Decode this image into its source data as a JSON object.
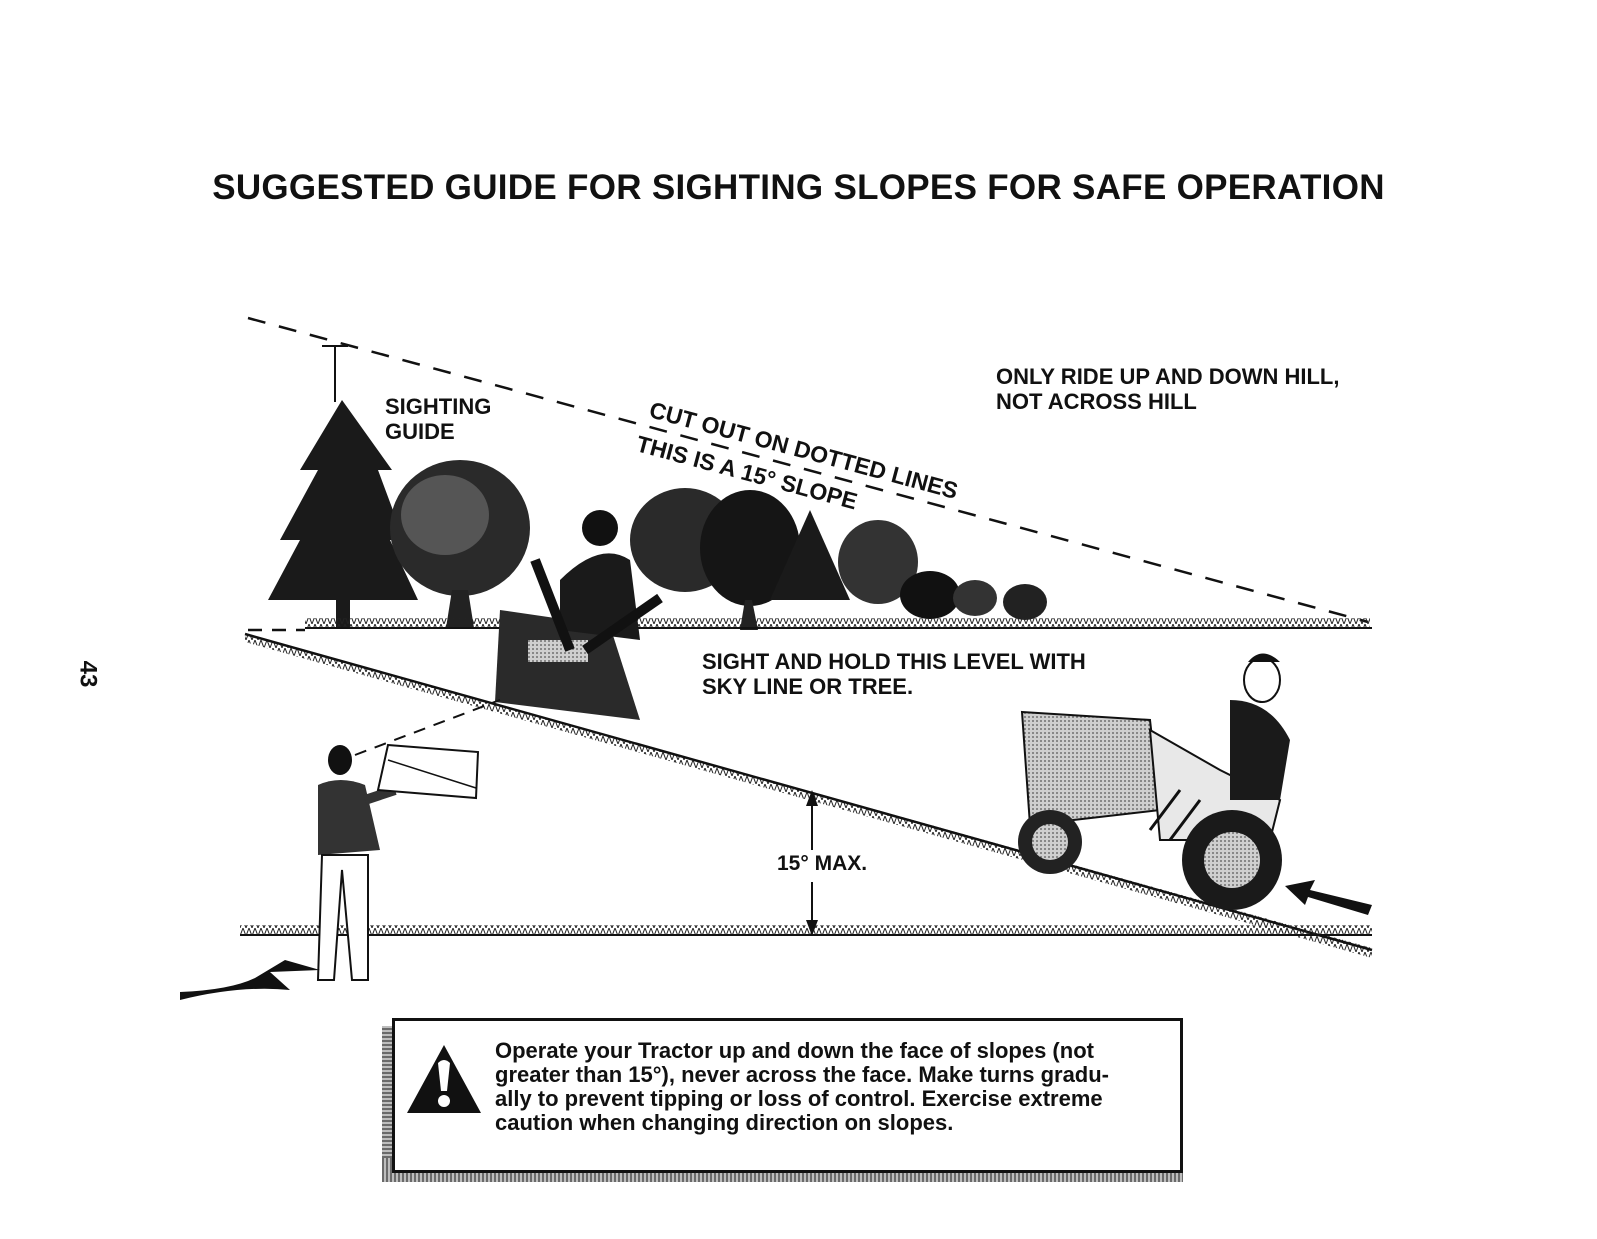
{
  "title": "SUGGESTED GUIDE FOR SIGHTING SLOPES FOR SAFE OPERATION",
  "labels": {
    "sighting_guide": [
      "SIGHTING",
      "GUIDE"
    ],
    "only_ride": [
      "ONLY RIDE UP AND DOWN HILL,",
      "NOT ACROSS HILL"
    ],
    "cut_out": "CUT OUT ON DOTTED LINES",
    "this_is": "THIS IS A 15° SLOPE",
    "sight_hold": [
      "SIGHT AND HOLD THIS LEVEL WITH",
      "SKY LINE OR TREE."
    ],
    "max": "15° MAX."
  },
  "page_number": "43",
  "warning": {
    "icon": "warning-triangle-icon",
    "lines": [
      "Operate your Tractor up and down the face of slopes (not",
      "greater than 15°), never across the face. Make turns gradu-",
      "ally to prevent tipping or loss of control. Exercise extreme",
      "caution when changing direction on slopes."
    ]
  }
}
